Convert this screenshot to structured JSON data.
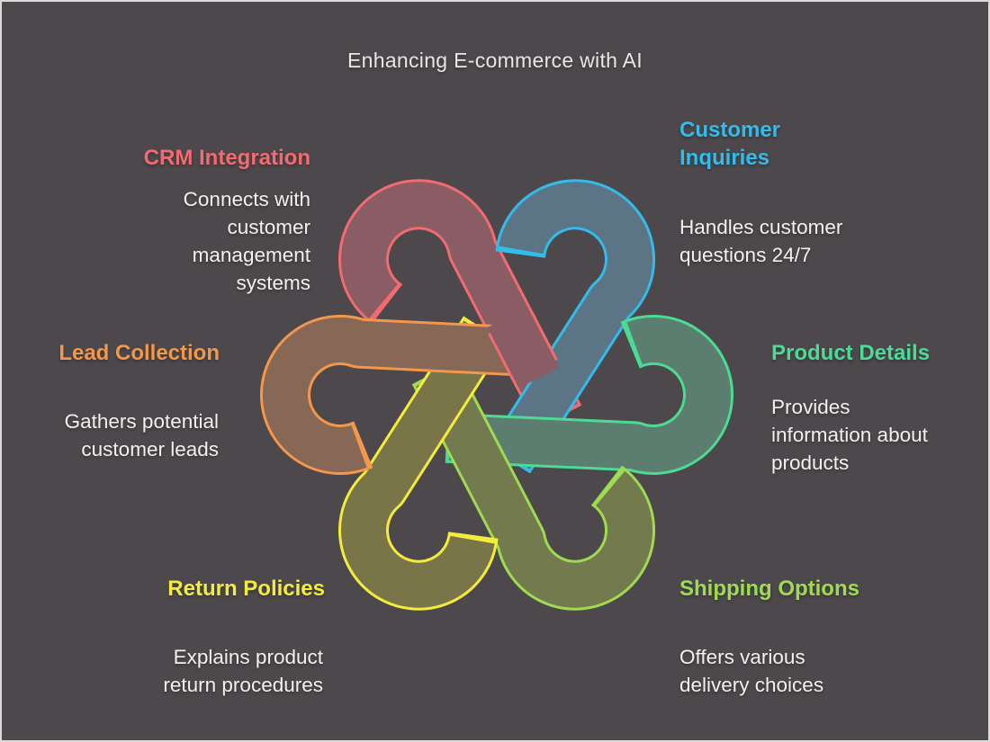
{
  "page": {
    "background_color": "#4c484b",
    "edge_color": "#d9d9d9"
  },
  "title": "Enhancing E-commerce with AI",
  "sections": [
    {
      "id": "crm-integration",
      "heading": "CRM Integration",
      "description": "Connects with\ncustomer\nmanagement\nsystems",
      "color": "#f26b71",
      "ribbon_fill": "#8a5c64",
      "position": "top-left"
    },
    {
      "id": "customer-inquiries",
      "heading": "Customer\nInquiries",
      "description": "Handles customer\nquestions 24/7",
      "color": "#33bce9",
      "ribbon_fill": "#5b7586",
      "position": "top-right"
    },
    {
      "id": "product-details",
      "heading": "Product Details",
      "description": "Provides\ninformation about\nproducts",
      "color": "#4cdb94",
      "ribbon_fill": "#5c7e70",
      "position": "middle-right"
    },
    {
      "id": "shipping-options",
      "heading": "Shipping Options",
      "description": "Offers various\ndelivery choices",
      "color": "#9fdb51",
      "ribbon_fill": "#737a4d",
      "position": "bottom-right"
    },
    {
      "id": "return-policies",
      "heading": "Return Policies",
      "description": "Explains product\nreturn procedures",
      "color": "#f4ec3c",
      "ribbon_fill": "#7a7549",
      "position": "bottom-left"
    },
    {
      "id": "lead-collection",
      "heading": "Lead Collection",
      "description": "Gathers potential\ncustomer leads",
      "color": "#f2974b",
      "ribbon_fill": "#876755",
      "position": "middle-left"
    }
  ]
}
